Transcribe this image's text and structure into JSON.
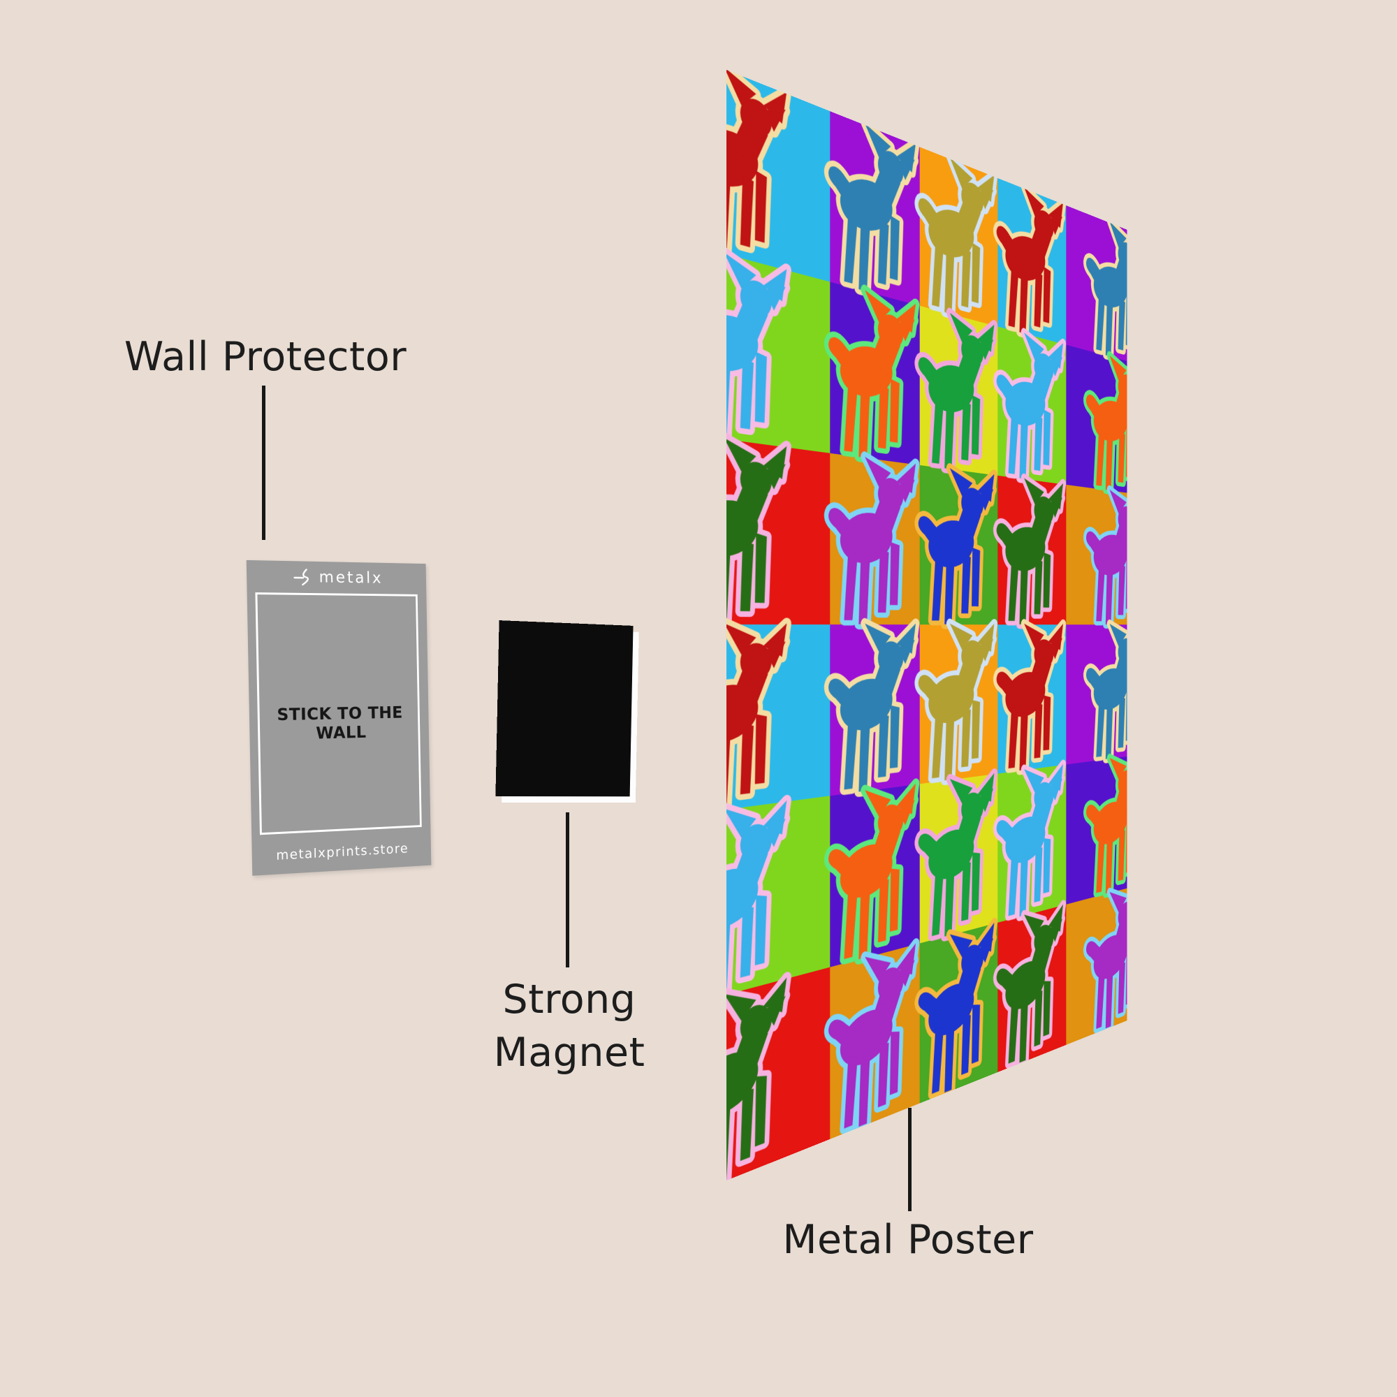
{
  "background_color": "#e8dcd3",
  "line_color": "#171717",
  "callouts": {
    "wall_protector": {
      "label": "Wall Protector"
    },
    "strong_magnet": {
      "lines": [
        "Strong",
        "Magnet"
      ]
    },
    "metal_poster": {
      "label": "Metal Poster"
    }
  },
  "wall_protector_card": {
    "brand": "metalx",
    "center_text": "STICK TO THE WALL",
    "footer_text": "metalxprints.store",
    "color": "#9b9b9b",
    "text_color": "#ffffff"
  },
  "magnet": {
    "color": "#0c0c0c"
  },
  "poster": {
    "subject": "pop-art dog grid",
    "rows": 6,
    "cols": 5,
    "tiles": [
      [
        {
          "bg": "#2cb9e9",
          "dog": "#c01313",
          "outline": "#f4dda3"
        },
        {
          "bg": "#9c10d6",
          "dog": "#2e80b2",
          "outline": "#f4dda3"
        },
        {
          "bg": "#f89d10",
          "dog": "#b3a033",
          "outline": "#d0e1f4"
        },
        {
          "bg": "#2cb9e9",
          "dog": "#c01313",
          "outline": "#f4dda3"
        },
        {
          "bg": "#9c10d6",
          "dog": "#2e80b2",
          "outline": "#f4dda3"
        }
      ],
      [
        {
          "bg": "#80d61d",
          "dog": "#38b0ea",
          "outline": "#f8bce4"
        },
        {
          "bg": "#5512cd",
          "dog": "#f55f12",
          "outline": "#5ce87d"
        },
        {
          "bg": "#dfe11d",
          "dog": "#17a03c",
          "outline": "#f2a7dc"
        },
        {
          "bg": "#80d61d",
          "dog": "#38b0ea",
          "outline": "#f8bce4"
        },
        {
          "bg": "#5512cd",
          "dog": "#f55f12",
          "outline": "#5ce87d"
        }
      ],
      [
        {
          "bg": "#e51511",
          "dog": "#266e15",
          "outline": "#f6b2e0"
        },
        {
          "bg": "#e09210",
          "dog": "#a62ac4",
          "outline": "#7fd4f4"
        },
        {
          "bg": "#49a824",
          "dog": "#1d35cf",
          "outline": "#f4b83e"
        },
        {
          "bg": "#e51511",
          "dog": "#266e15",
          "outline": "#f6b2e0"
        },
        {
          "bg": "#e09210",
          "dog": "#a62ac4",
          "outline": "#7fd4f4"
        }
      ],
      [
        {
          "bg": "#2cb9e9",
          "dog": "#c01313",
          "outline": "#f4dda3"
        },
        {
          "bg": "#9c10d6",
          "dog": "#2e80b2",
          "outline": "#f4dda3"
        },
        {
          "bg": "#f89d10",
          "dog": "#b3a033",
          "outline": "#d0e1f4"
        },
        {
          "bg": "#2cb9e9",
          "dog": "#c01313",
          "outline": "#f4dda3"
        },
        {
          "bg": "#9c10d6",
          "dog": "#2e80b2",
          "outline": "#f4dda3"
        }
      ],
      [
        {
          "bg": "#80d61d",
          "dog": "#38b0ea",
          "outline": "#f8bce4"
        },
        {
          "bg": "#5512cd",
          "dog": "#f55f12",
          "outline": "#5ce87d"
        },
        {
          "bg": "#dfe11d",
          "dog": "#17a03c",
          "outline": "#f2a7dc"
        },
        {
          "bg": "#80d61d",
          "dog": "#38b0ea",
          "outline": "#f8bce4"
        },
        {
          "bg": "#5512cd",
          "dog": "#f55f12",
          "outline": "#5ce87d"
        }
      ],
      [
        {
          "bg": "#e51511",
          "dog": "#266e15",
          "outline": "#f6b2e0"
        },
        {
          "bg": "#e09210",
          "dog": "#a62ac4",
          "outline": "#7fd4f4"
        },
        {
          "bg": "#49a824",
          "dog": "#1d35cf",
          "outline": "#f4b83e"
        },
        {
          "bg": "#e51511",
          "dog": "#266e15",
          "outline": "#f6b2e0"
        },
        {
          "bg": "#e09210",
          "dog": "#a62ac4",
          "outline": "#7fd4f4"
        }
      ]
    ]
  }
}
